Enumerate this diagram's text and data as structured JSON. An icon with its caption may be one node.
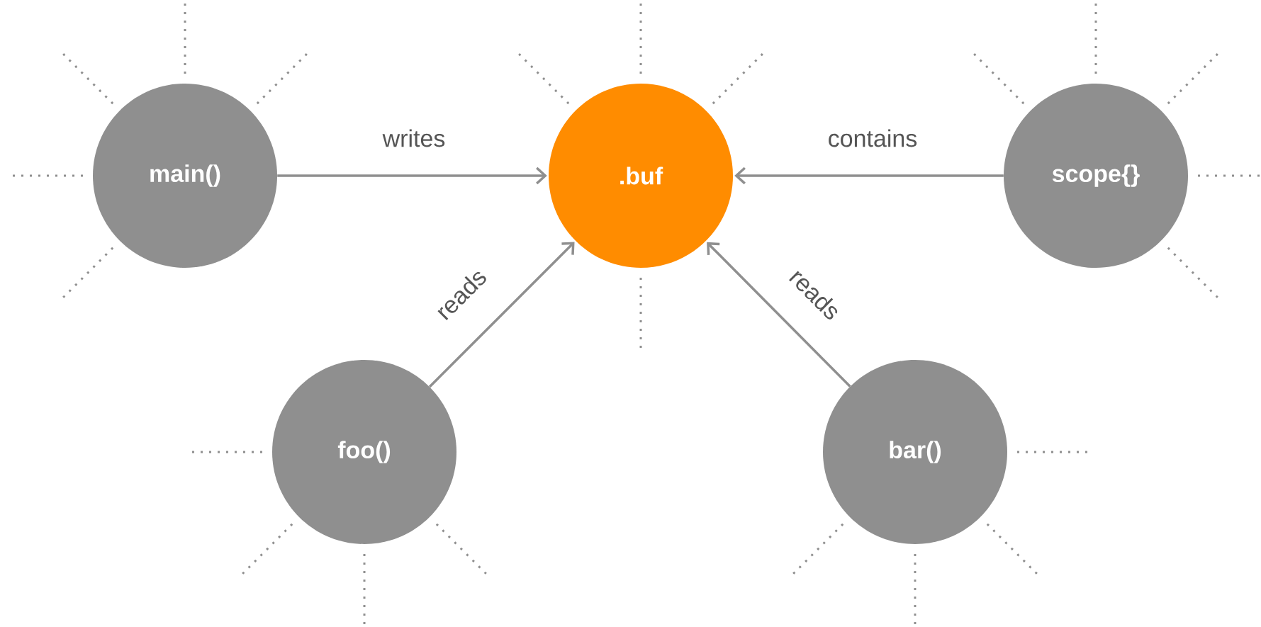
{
  "diagram": {
    "nodes": [
      {
        "text": [
          "main()"
        ]
      },
      {
        "text": [
          ".buf"
        ]
      },
      {
        "text": [
          "scope{}"
        ]
      },
      {
        "text": [
          "foo()"
        ]
      },
      {
        "text": [
          "bar()"
        ]
      }
    ],
    "edges": [
      {
        "from": 0,
        "to": 1,
        "arrow": "to",
        "label": "writes"
      },
      {
        "from": 2,
        "to": 1,
        "arrow": "to",
        "label": "contains"
      },
      {
        "from": 3,
        "to": 1,
        "arrow": "to",
        "label": "reads"
      },
      {
        "from": 4,
        "to": 1,
        "arrow": "to",
        "label": "reads"
      }
    ]
  }
}
